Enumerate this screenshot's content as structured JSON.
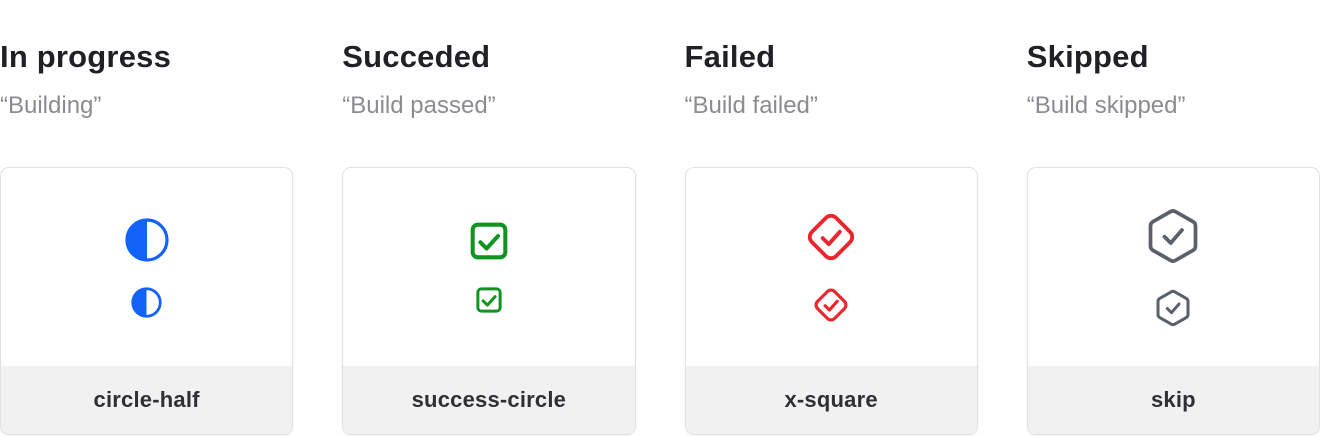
{
  "page": {
    "background": "#ffffff"
  },
  "statuses": [
    {
      "title": "In progress",
      "quote": "“Building”",
      "icon": "circle-half-icon",
      "label": "circle-half",
      "accent": "#1163fa"
    },
    {
      "title": "Succeded",
      "quote": "“Build passed”",
      "icon": "check-square-icon",
      "label": "success-circle",
      "accent": "#10941f"
    },
    {
      "title": "Failed",
      "quote": "“Build failed”",
      "icon": "diamond-check-icon",
      "label": "x-square",
      "accent": "#e8262c"
    },
    {
      "title": "Skipped",
      "quote": "“Build skipped”",
      "icon": "hexagon-check-icon",
      "label": "skip",
      "accent": "#5a616d"
    }
  ]
}
